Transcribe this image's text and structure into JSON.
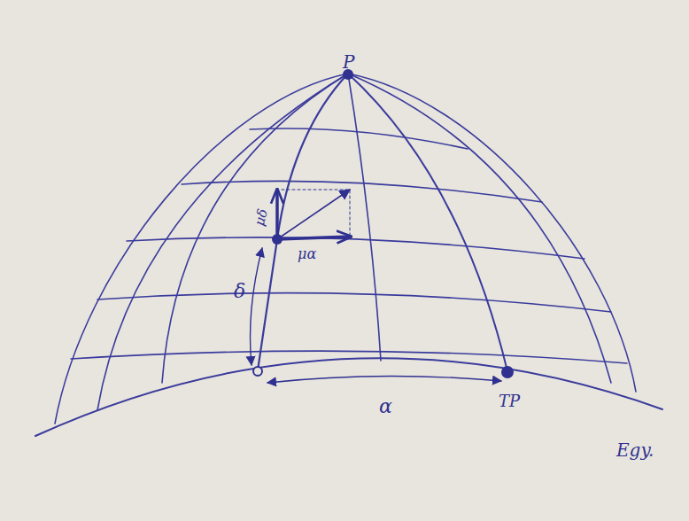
{
  "diagram": {
    "labels": [
      "P",
      "μδ",
      "μα",
      "δ",
      "α",
      "TP",
      "Egy."
    ]
  }
}
